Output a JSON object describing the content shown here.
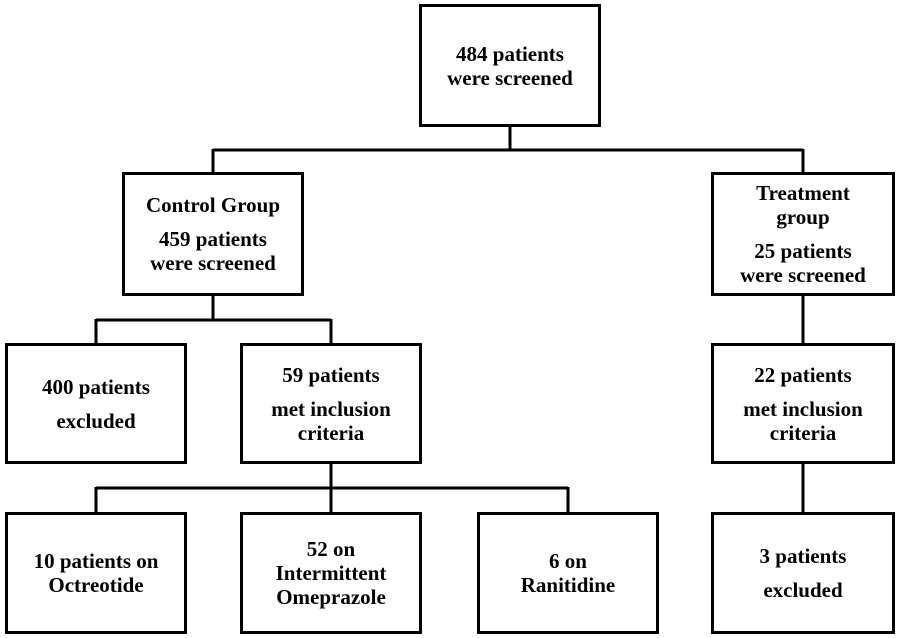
{
  "top": {
    "line1": "484 patients",
    "line2": "were screened"
  },
  "control": {
    "title": "Control Group",
    "line1": "459 patients",
    "line2": "were screened"
  },
  "treatment": {
    "title1": "Treatment",
    "title2": "group",
    "line1": "25 patients",
    "line2": "were screened"
  },
  "excluded_control": {
    "line1": "400 patients",
    "line2": "excluded"
  },
  "met_control": {
    "line1": "59 patients",
    "line2": "met inclusion",
    "line3": "criteria"
  },
  "met_treatment": {
    "line1": "22 patients",
    "line2": "met inclusion",
    "line3": "criteria"
  },
  "octreotide": {
    "line1": "10 patients on",
    "line2": "Octreotide"
  },
  "omeprazole": {
    "line1": "52 on",
    "line2": "Intermittent",
    "line3": "Omeprazole"
  },
  "ranitidine": {
    "line1": "6 on",
    "line2": "Ranitidine"
  },
  "excluded_treatment": {
    "line1": "3 patients",
    "line2": "excluded"
  }
}
